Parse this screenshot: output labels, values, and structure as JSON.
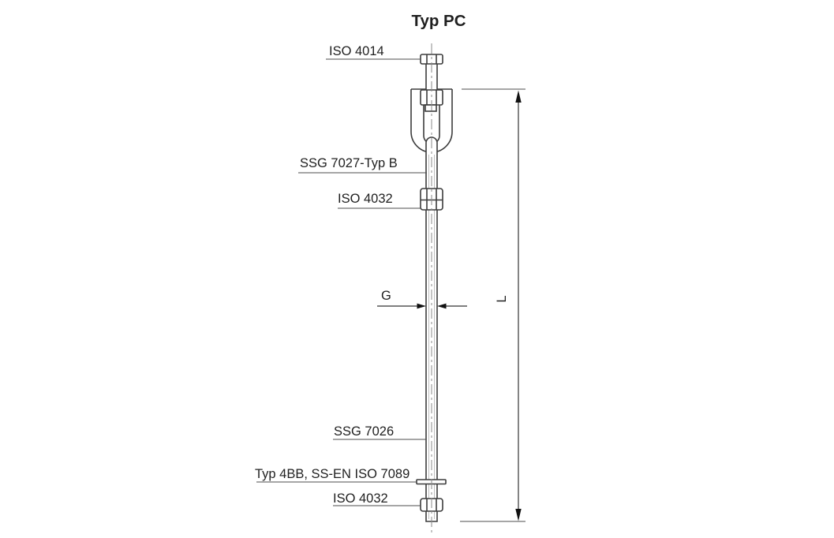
{
  "page": {
    "background": "#ffffff"
  },
  "figure": {
    "type": "technical-drawing",
    "title": "Typ PC",
    "labels": {
      "iso4014": "ISO 4014",
      "ssg7027_typ_b": "SSG 7027-Typ B",
      "iso4032_upper": "ISO 4032",
      "dim_g": "G",
      "ssg7026": "SSG 7026",
      "washer_typ4bb": "Typ 4BB, SS-EN ISO 7089",
      "iso4032_lower": "ISO 4032",
      "dim_l": "L"
    },
    "colors": {
      "outline": "#3c3c3c",
      "leader": "#4d4d4d",
      "centerline": "#8a8a8a",
      "text": "#1f1f1f",
      "arrow": "#111111",
      "background": "#ffffff"
    }
  }
}
